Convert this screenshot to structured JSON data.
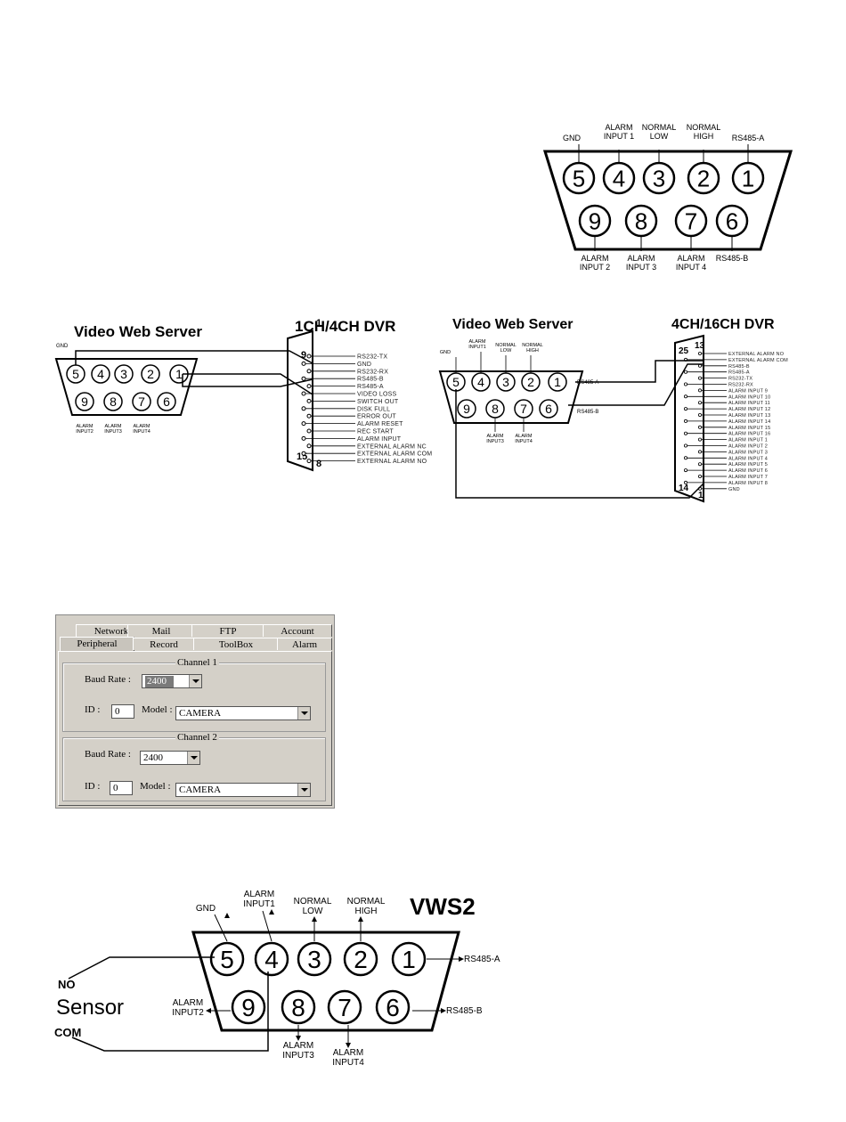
{
  "connector_top": {
    "top_labels": [
      "GND",
      "ALARM\nINPUT 1",
      "NORMAL\nLOW",
      "NORMAL\nHIGH",
      "RS485-A"
    ],
    "top_pins": [
      "5",
      "4",
      "3",
      "2",
      "1"
    ],
    "bottom_pins": [
      "9",
      "8",
      "7",
      "6"
    ],
    "bottom_labels": [
      "ALARM\nINPUT 2",
      "ALARM\nINPUT 3",
      "ALARM\nINPUT 4",
      "RS485-B"
    ]
  },
  "diagram_left": {
    "title_left": "Video Web Server",
    "title_right": "1CH/4CH DVR",
    "gnd_label": "GND",
    "top_pins": [
      "5",
      "4",
      "3",
      "2",
      "1"
    ],
    "bottom_pins": [
      "9",
      "8",
      "7",
      "6"
    ],
    "bottom_labels": [
      "ALARM\nINPUT2",
      "ALARM\nINPUT3",
      "ALARM\nINPUT4"
    ],
    "dvr_pin_numbers": [
      "1",
      "9",
      "15",
      "8"
    ],
    "dvr_pins": [
      "RS232-TX",
      "GND",
      "RS232-RX",
      "RS485-B",
      "RS485-A",
      "VIDEO LOSS",
      "SWITCH OUT",
      "DISK FULL",
      "ERROR OUT",
      "ALARM RESET",
      "REC START",
      "ALARM INPUT",
      "EXTERNAL ALARM NC",
      "EXTERNAL ALARM COM",
      "EXTERNAL ALARM NO"
    ]
  },
  "diagram_right": {
    "title_left": "Video Web Server",
    "title_right": "4CH/16CH DVR",
    "top_labels": [
      "GND",
      "ALARM\nINPUT1",
      "NORMAL\nLOW",
      "NORMAL\nHIGH"
    ],
    "top_pins": [
      "5",
      "4",
      "3",
      "2",
      "1"
    ],
    "bottom_pins": [
      "9",
      "8",
      "7",
      "6"
    ],
    "bottom_labels": [
      "ALARM\nINPUT3",
      "ALARM\nINPUT4"
    ],
    "rs485a": "RS485-A",
    "rs485b": "RS485-B",
    "dvr_pin_numbers": [
      "13",
      "25",
      "14",
      "1"
    ],
    "dvr_pins": [
      "EXTERNAL ALARM NO",
      "EXTERNAL ALARM COM",
      "RS485-B",
      "RS485-A",
      "RS232-TX",
      "RS232-RX",
      "ALARM INPUT 9",
      "ALARM INPUT 10",
      "ALARM INPUT 11",
      "ALARM INPUT 12",
      "ALARM INPUT 13",
      "ALARM INPUT 14",
      "ALARM INPUT 15",
      "ALARM INPUT 16",
      "ALARM INPUT 1",
      "ALARM INPUT 2",
      "ALARM INPUT 3",
      "ALARM INPUT 4",
      "ALARM INPUT 5",
      "ALARM INPUT 6",
      "ALARM INPUT 7",
      "ALARM INPUT 8",
      "GND"
    ]
  },
  "settings": {
    "tabs_row1": [
      "Network",
      "Mail",
      "FTP",
      "Account"
    ],
    "tabs_row2": [
      "Peripheral",
      "Record",
      "ToolBox",
      "Alarm"
    ],
    "channel1": {
      "title": "Channel 1",
      "baud_label": "Baud Rate :",
      "baud_value": "2400",
      "id_label": "ID :",
      "id_value": "0",
      "model_label": "Model :",
      "model_value": "CAMERA"
    },
    "channel2": {
      "title": "Channel 2",
      "baud_label": "Baud Rate :",
      "baud_value": "2400",
      "id_label": "ID :",
      "id_value": "0",
      "model_label": "Model :",
      "model_value": "CAMERA"
    }
  },
  "vws2": {
    "title": "VWS2",
    "top_labels": [
      "GND",
      "ALARM\nINPUT1",
      "NORMAL\nLOW",
      "NORMAL\nHIGH"
    ],
    "top_pins": [
      "5",
      "4",
      "3",
      "2",
      "1"
    ],
    "bottom_pins": [
      "9",
      "8",
      "7",
      "6"
    ],
    "rs485a": "RS485-A",
    "rs485b": "RS485-B",
    "alarm_input2": "ALARM\nINPUT2",
    "alarm_input3": "ALARM\nINPUT3",
    "alarm_input4": "ALARM\nINPUT4",
    "sensor_no": "NO",
    "sensor": "Sensor",
    "sensor_com": "COM"
  }
}
